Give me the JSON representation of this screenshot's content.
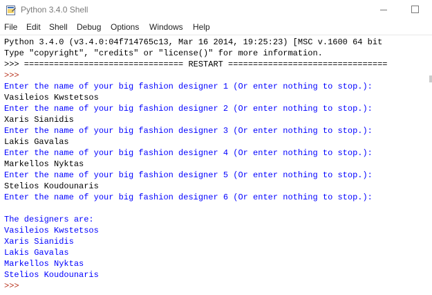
{
  "window": {
    "title": "Python 3.4.0 Shell",
    "icon": "python-idle-icon"
  },
  "menu": [
    "File",
    "Edit",
    "Shell",
    "Debug",
    "Options",
    "Windows",
    "Help"
  ],
  "colors": {
    "stdout": "#000000",
    "input_prompt": "#0000ff",
    "shell_prompt": "#b8331d"
  },
  "shell": {
    "lines": [
      {
        "text": "Python 3.4.0 (v3.4.0:04f714765c13, Mar 16 2014, 19:25:23) [MSC v.1600 64 bit",
        "kind": "default"
      },
      {
        "text": "Type \"copyright\", \"credits\" or \"license()\" for more information.",
        "kind": "default"
      },
      {
        "text": ">>> ================================ RESTART ================================",
        "kind": "default"
      },
      {
        "text": ">>>",
        "kind": "prompt"
      },
      {
        "text": "Enter the name of your big fashion designer 1 (Or enter nothing to stop.):",
        "kind": "blue"
      },
      {
        "text": "Vasileios Kwstetsos",
        "kind": "default"
      },
      {
        "text": "Enter the name of your big fashion designer 2 (Or enter nothing to stop.):",
        "kind": "blue"
      },
      {
        "text": "Xaris Sianidis",
        "kind": "default"
      },
      {
        "text": "Enter the name of your big fashion designer 3 (Or enter nothing to stop.):",
        "kind": "blue"
      },
      {
        "text": "Lakis Gavalas",
        "kind": "default"
      },
      {
        "text": "Enter the name of your big fashion designer 4 (Or enter nothing to stop.):",
        "kind": "blue"
      },
      {
        "text": "Markellos Nyktas",
        "kind": "default"
      },
      {
        "text": "Enter the name of your big fashion designer 5 (Or enter nothing to stop.):",
        "kind": "blue"
      },
      {
        "text": "Stelios Koudounaris",
        "kind": "default"
      },
      {
        "text": "Enter the name of your big fashion designer 6 (Or enter nothing to stop.):",
        "kind": "blue"
      },
      {
        "text": "",
        "kind": "default"
      },
      {
        "text": "The designers are:",
        "kind": "blue"
      },
      {
        "text": "Vasileios Kwstetsos",
        "kind": "blue"
      },
      {
        "text": "Xaris Sianidis",
        "kind": "blue"
      },
      {
        "text": "Lakis Gavalas",
        "kind": "blue"
      },
      {
        "text": "Markellos Nyktas",
        "kind": "blue"
      },
      {
        "text": "Stelios Koudounaris",
        "kind": "blue"
      },
      {
        "text": ">>>",
        "kind": "prompt"
      }
    ]
  }
}
